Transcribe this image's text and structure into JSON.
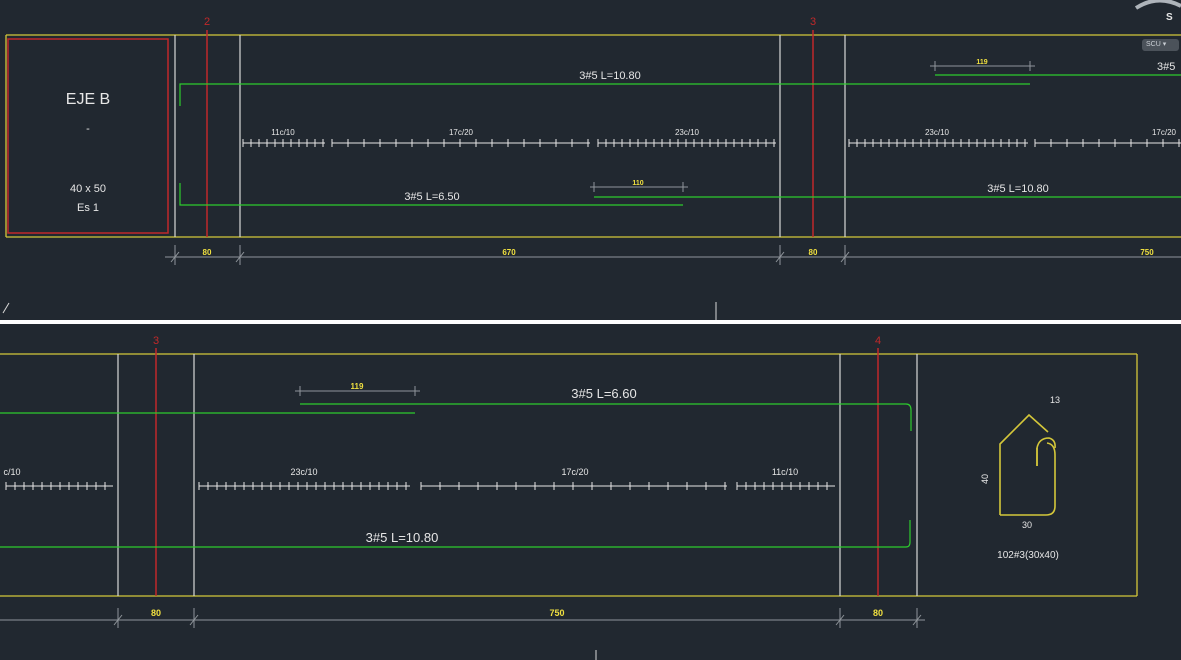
{
  "top": {
    "axes": [
      "2",
      "3"
    ],
    "beam_name": "EJE B",
    "beam_dash": "-",
    "section": "40 x 50",
    "subtitle": "Es 1",
    "bar_top_1": "3#5 L=10.80",
    "bar_top_2": "3#5",
    "bar_bottom_1": "3#5 L=6.50",
    "bar_bottom_2": "3#5 L=10.80",
    "splice_top": "119",
    "splice_bottom": "110",
    "stirrups": [
      "11c/10",
      "17c/20",
      "23c/10",
      "23c/10",
      "17c/20"
    ],
    "dims": [
      "80",
      "670",
      "80",
      "750"
    ],
    "viewcube_letter": "S",
    "ucs_label": "SCU"
  },
  "bottom": {
    "axes": [
      "3",
      "4"
    ],
    "bar_top": "3#5 L=6.60",
    "bar_bottom": "3#5 L=10.80",
    "splice": "119",
    "stirrups": [
      "c/10",
      "23c/10",
      "17c/20",
      "11c/10"
    ],
    "dims": [
      "80",
      "750",
      "80"
    ],
    "stirrup_dims": [
      "13",
      "40",
      "30"
    ],
    "stirrup_label": "102#3(30x40)"
  },
  "colors": {
    "background": "#212830",
    "beam_outline": "#d4c73a",
    "rebar": "#2ecc2e",
    "axis": "#c0282a",
    "dimension": "#8f959b",
    "dim_text": "#f0e040",
    "text": "#e6e6e6"
  }
}
